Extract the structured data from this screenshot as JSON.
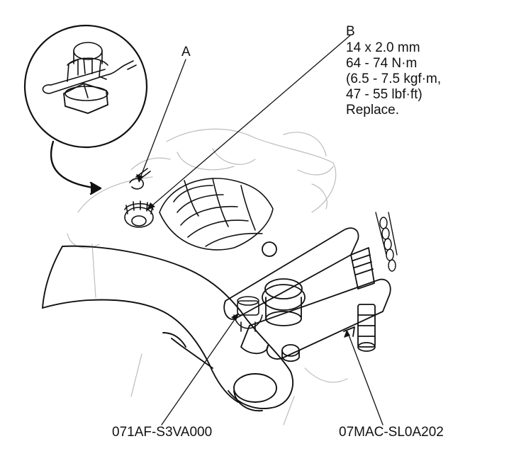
{
  "labels": {
    "a": "A",
    "b": "B"
  },
  "spec_b": {
    "size": "14 x 2.0 mm",
    "torque_nm": "64 - 74 N·m",
    "torque_kgfm": "(6.5 - 7.5 kgf·m,",
    "torque_lbfft": "47 - 55 lbf·ft)",
    "note": "Replace."
  },
  "tools": {
    "left": "071AF-S3VA000",
    "right": "07MAC-SL0A202"
  },
  "colors": {
    "line": "#111111",
    "background": "#ffffff"
  }
}
